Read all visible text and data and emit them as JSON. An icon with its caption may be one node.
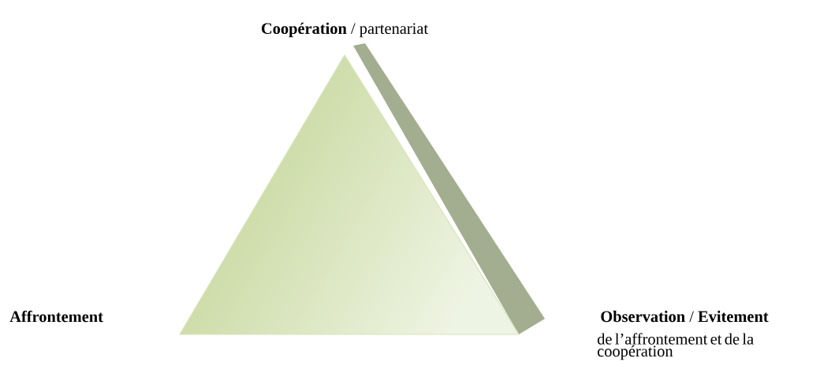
{
  "diagram": {
    "nodes": [
      {
        "text": [],
        "shape": "triangle"
      }
    ],
    "labels": [
      "**Coopération** / partenariat",
      "Affrontement",
      "**Observation** / **Evitement**",
      "de l’affrontement et de la coopération"
    ]
  }
}
